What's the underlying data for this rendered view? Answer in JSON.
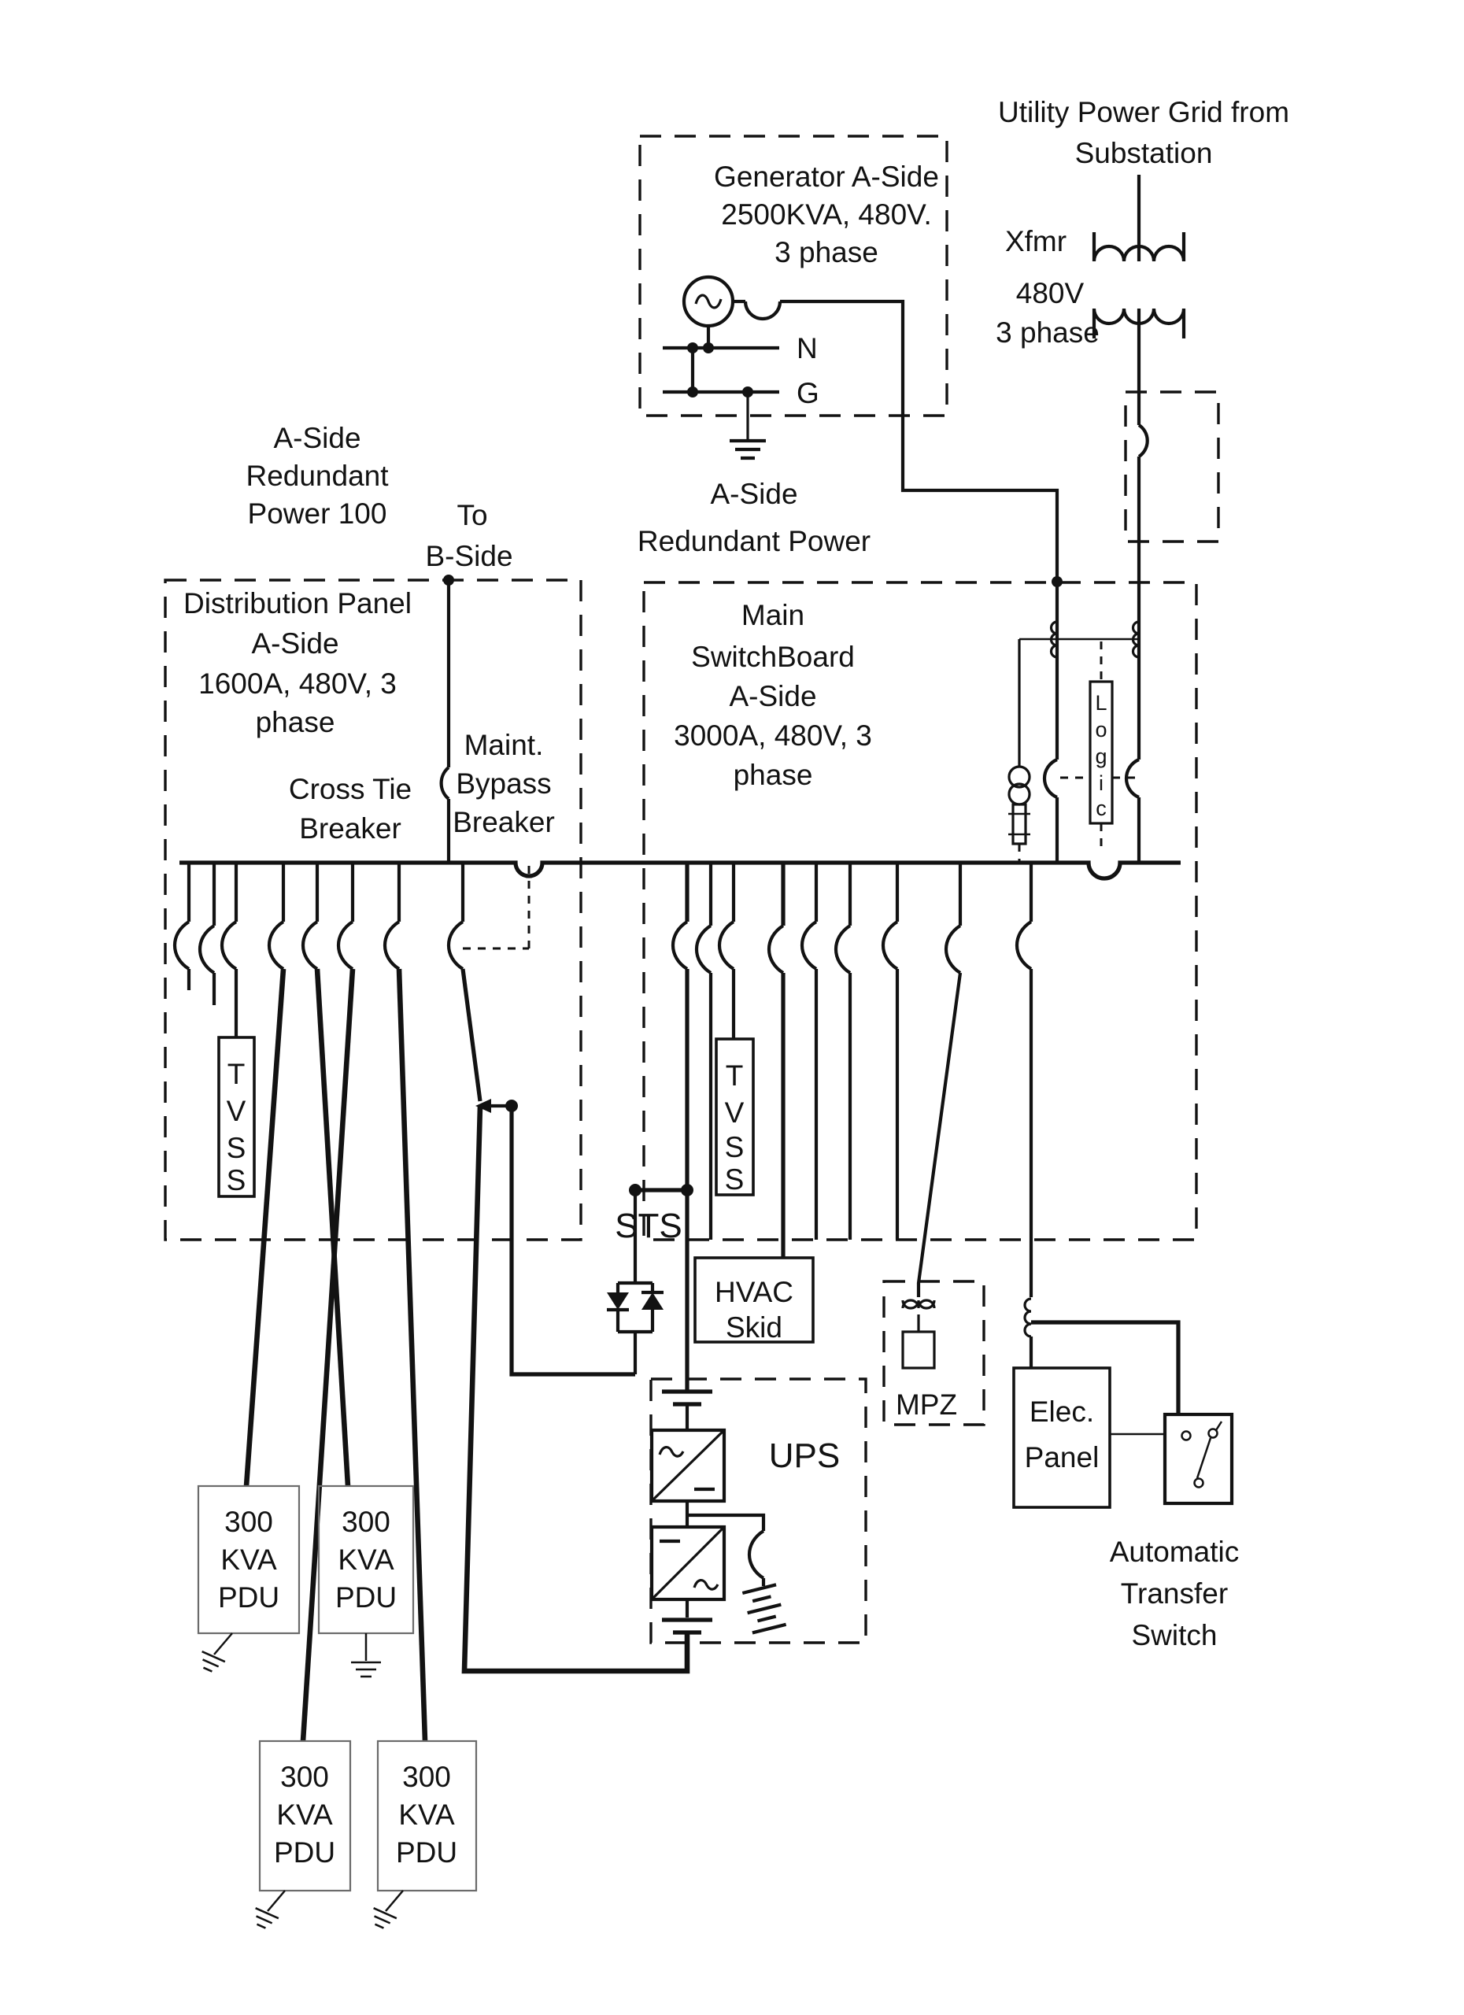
{
  "colors": {
    "ink": "#121212",
    "paper": "#ffffff",
    "box_outline": "#6b6b6b"
  },
  "labels": {
    "utility_source": [
      "Utility Power Grid from",
      "Substation"
    ],
    "utility_xfmr": [
      "Xfmr",
      "480V",
      "3 phase"
    ],
    "generator": [
      "Generator A-Side",
      "2500KVA, 480V.",
      "3 phase"
    ],
    "generator_neutral": "N",
    "generator_ground": "G",
    "aside_redundant_100": [
      "A-Side",
      "Redundant",
      "Power 100"
    ],
    "to_bside": [
      "To",
      "B-Side"
    ],
    "aside_redundant": [
      "A-Side",
      "Redundant Power"
    ],
    "distribution_panel": [
      "Distribution Panel",
      "A-Side",
      "1600A, 480V, 3",
      "phase"
    ],
    "main_switchboard": [
      "Main",
      "SwitchBoard",
      "A-Side",
      "3000A, 480V, 3",
      "phase"
    ],
    "cross_tie_breaker": [
      "Cross Tie",
      "Breaker"
    ],
    "maint_bypass_breaker": [
      "Maint.",
      "Bypass",
      "Breaker"
    ],
    "logic": [
      "L",
      "o",
      "g",
      "i",
      "c"
    ],
    "tvss": [
      "T",
      "V",
      "S",
      "S"
    ],
    "sts": "STS",
    "hvac_skid": [
      "HVAC",
      "Skid"
    ],
    "mpz": "MPZ",
    "ups": "UPS",
    "elec_panel": [
      "Elec.",
      "Panel"
    ],
    "automatic_transfer_switch": [
      "Automatic",
      "Transfer",
      "Switch"
    ],
    "pdu": [
      "300",
      "KVA",
      "PDU"
    ]
  }
}
